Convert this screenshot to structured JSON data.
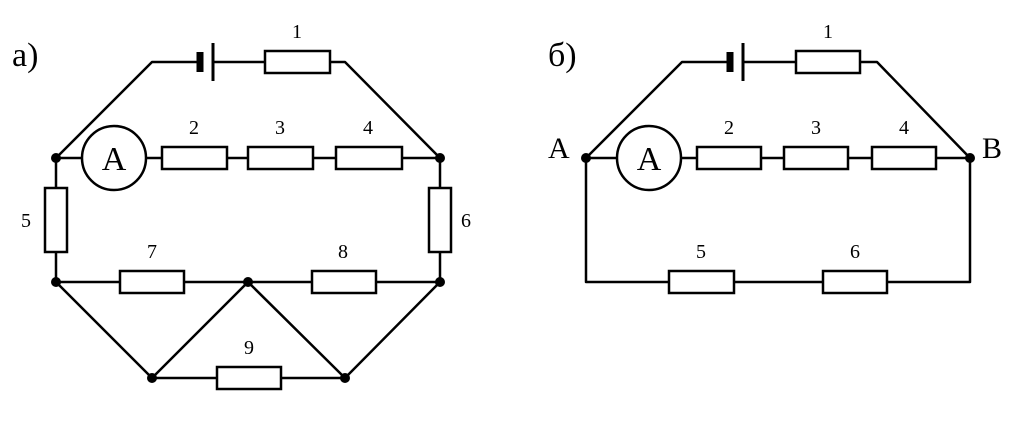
{
  "panels": {
    "a": {
      "label": "а)",
      "ammeter": "A",
      "resistors": [
        "1",
        "2",
        "3",
        "4",
        "5",
        "6",
        "7",
        "8",
        "9"
      ]
    },
    "b": {
      "label": "б)",
      "ammeter": "A",
      "node_left": "A",
      "node_right": "B",
      "resistors": [
        "1",
        "2",
        "3",
        "4",
        "5",
        "6"
      ]
    }
  }
}
